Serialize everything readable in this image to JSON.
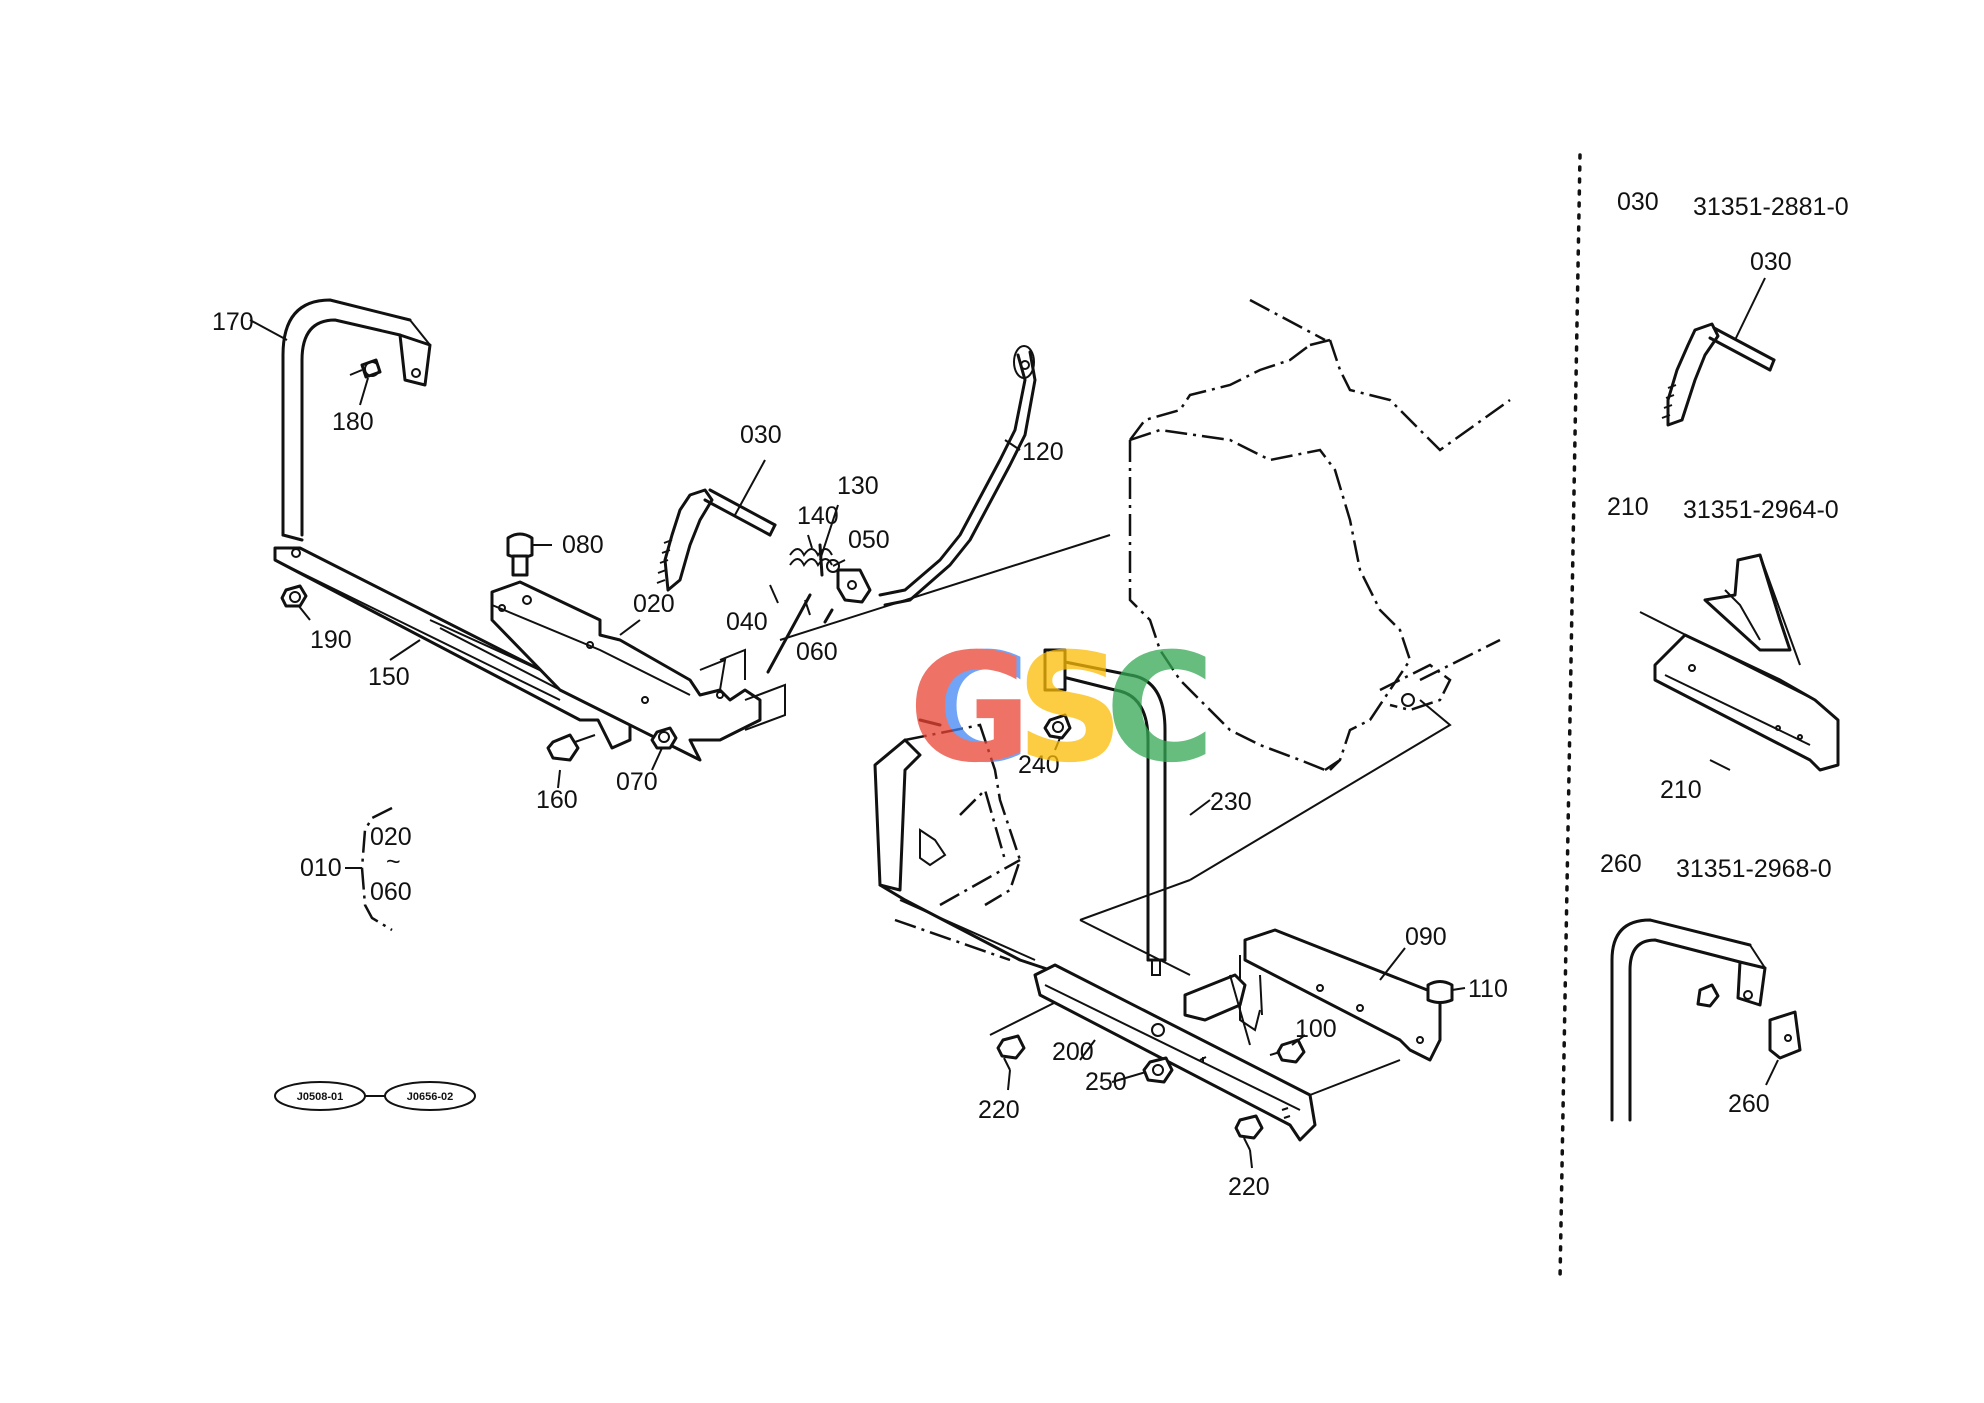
{
  "labels": {
    "l170": "170",
    "l180": "180",
    "l030": "030",
    "l120": "120",
    "l130": "130",
    "l140": "140",
    "l050": "050",
    "l080": "080",
    "l020": "020",
    "l040": "040",
    "l060": "060",
    "l190": "190",
    "l150": "150",
    "l160": "160",
    "l070": "070",
    "l240": "240",
    "l230": "230",
    "l090": "090",
    "l110": "110",
    "l100": "100",
    "l200": "200",
    "l250": "250",
    "l220a": "220",
    "l220b": "220"
  },
  "assembly": {
    "parent": "010",
    "from": "020",
    "to": "060"
  },
  "references": [
    "J0508-01",
    "J0656-02"
  ],
  "details": [
    {
      "key": "030",
      "part_number": "31351-2881-0",
      "callout": "030"
    },
    {
      "key": "210",
      "part_number": "31351-2964-0",
      "callout": "210"
    },
    {
      "key": "260",
      "part_number": "31351-2968-0",
      "callout": "260"
    }
  ],
  "watermark": {
    "letters": [
      "C",
      "G",
      "S",
      "C"
    ],
    "colors": [
      "#4285F4",
      "#EA4335",
      "#FBBC05",
      "#34A853"
    ]
  }
}
